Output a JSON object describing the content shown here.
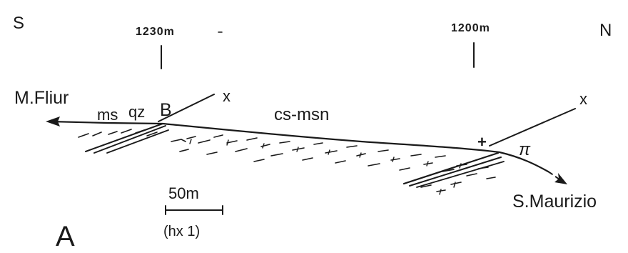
{
  "labels": {
    "south": "S",
    "north": "N",
    "elev_left": "1230m",
    "elev_right": "1200m",
    "place_left": "M.Fliur",
    "unit_ms": "ms",
    "unit_qz": "qz",
    "point_b": "B",
    "x_left": "x",
    "x_right": "x",
    "unit_center": "cs-msn",
    "pi_symbol": "π",
    "cross_symbol": "+",
    "place_right": "S.Maurizio",
    "scale_length": "50m",
    "scale_note": "(hx 1)",
    "panel_letter": "A"
  }
}
